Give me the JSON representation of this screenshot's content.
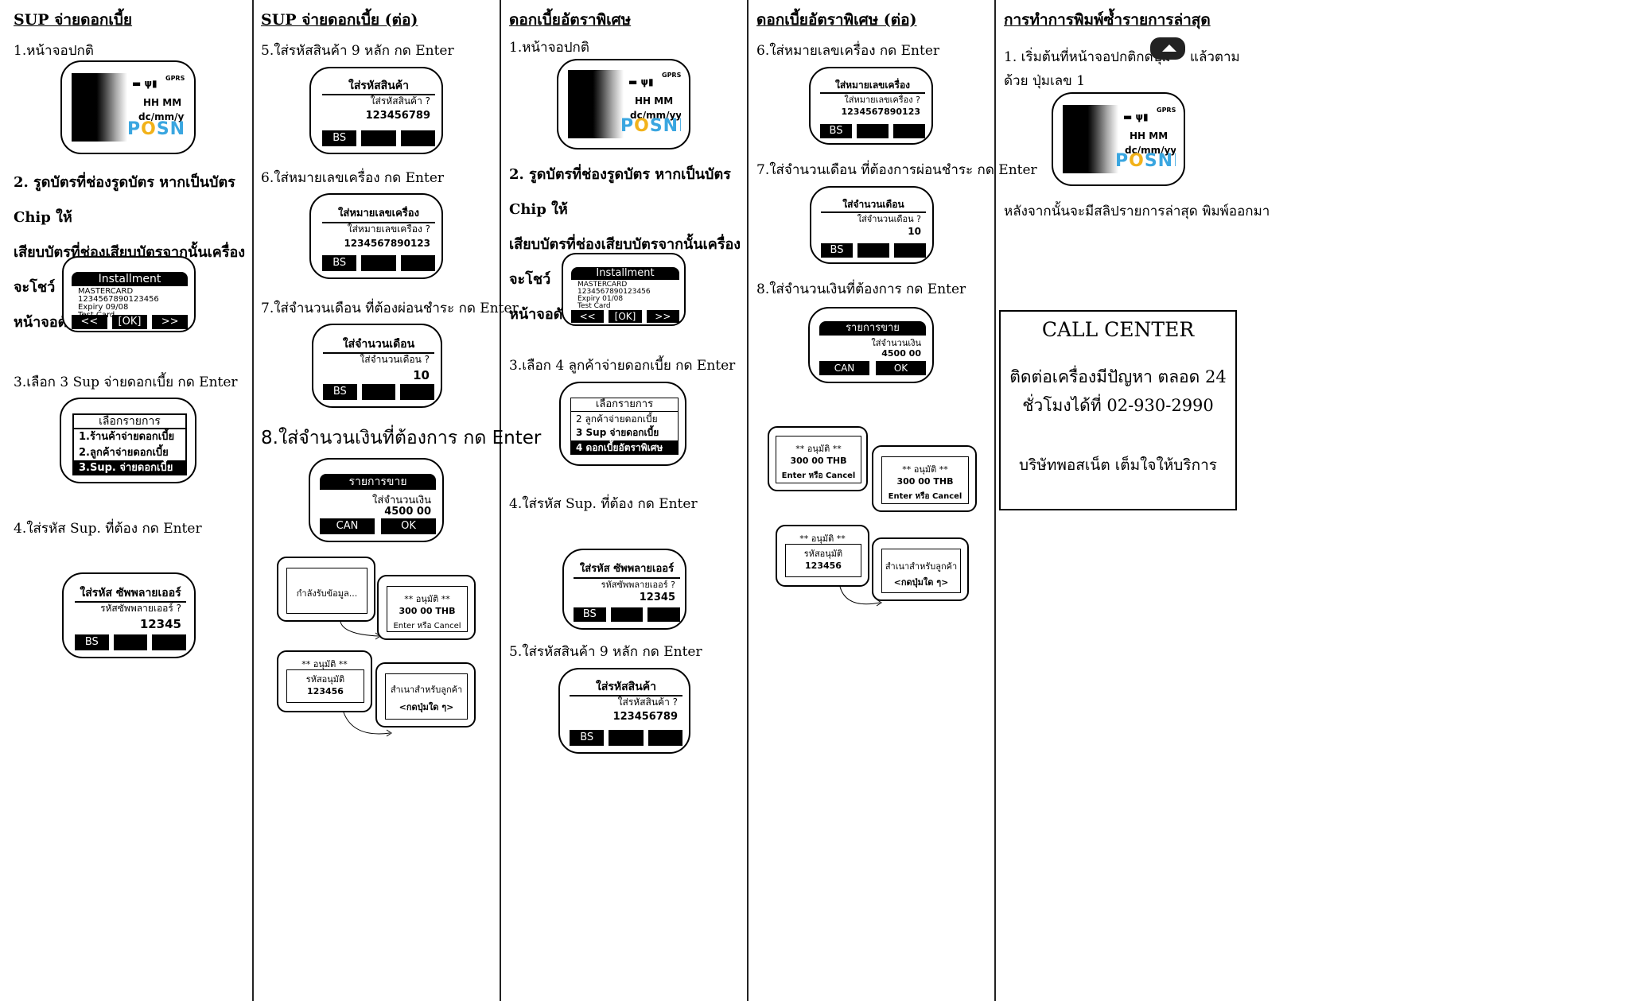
{
  "col1": {
    "title": "SUP จ่ายดอกเบี้ย",
    "s1": "1.หน้าจอปกติ",
    "s2a": "2. รูดบัตรที่ช่องรูดบัตร หากเป็นบัตร Chip ให้",
    "s2b": "เสียบบัตรที่ช่องเสียบบัตรจากนั้นเครื่องจะโชว์",
    "s2c": "หน้าจอดังรูปด้านล่าง",
    "s3": "3.เลือก 3 Sup จ่ายดอกเบี้ย กด Enter",
    "s4": "4.ใส่รหัส Sup. ที่ต้อง กด Enter"
  },
  "col2": {
    "title": "SUP จ่ายดอกเบี้ย (ต่อ)",
    "s5": "5.ใส่รหัสสินค้า 9 หลัก กด Enter",
    "s6": "6.ใส่หมายเลขเครื่อง กด Enter",
    "s7": "7.ใส่จำนวนเดือน ที่ต้องผ่อนชำระ กด Enter",
    "s8": "8.ใส่จำนวนเงินที่ต้องการ กด Enter"
  },
  "col3": {
    "title": "ดอกเบี้ยอัตราพิเศษ",
    "s1": "1.หน้าจอปกติ",
    "s2a": "2. รูดบัตรที่ช่องรูดบัตร หากเป็นบัตร Chip ให้",
    "s2b": "เสียบบัตรที่ช่องเสียบบัตรจากนั้นเครื่องจะโชว์",
    "s2c": "หน้าจอดังรูปด้านล่าง",
    "s3": "3.เลือก 4 ลูกค้าจ่ายดอกเบี้ย กด Enter",
    "s4": "4.ใส่รหัส Sup. ที่ต้อง กด Enter",
    "s5": "5.ใส่รหัสสินค้า 9 หลัก กด Enter"
  },
  "col4": {
    "title": "ดอกเบี้ยอัตราพิเศษ (ต่อ)",
    "s6": "6.ใส่หมายเลขเครื่อง กด Enter",
    "s7": "7.ใส่จำนวนเดือน ที่ต้องการผ่อนชำระ กด Enter",
    "s8": "8.ใส่จำนวนเงินที่ต้องการ กด Enter"
  },
  "col5": {
    "title": "การทำการพิมพ์ซ้ำรายการล่าสุด",
    "s1a": "1. เริ่มต้นที่หน้าจอปกติกดปุ่ม",
    "s1b": "แล้วตาม",
    "s1c": "ด้วย ปุ่มเลข 1",
    "after": "หลังจากนั้นจะมีสลิปรายการล่าสุด พิมพ์ออกมา",
    "cc_title": "CALL CENTER",
    "cc_line1": "ติดต่อเครื่องมีปัญหา ตลอด 24",
    "cc_line2": "ชั่วโมงได้ที่ 02-930-2990",
    "cc_line3": "บริษัทพอสเน็ต เต็มใจให้บริการ"
  },
  "screens": {
    "idle": {
      "gprs": "GPRS",
      "time": "HH MM",
      "date": "dc/mm/yy",
      "logo_p": "P",
      "logo_o": "O",
      "logo_rest": "SNET"
    },
    "inst": {
      "title": "Installment",
      "l1": "MASTERCARD",
      "l2": "1234567890123456",
      "l3": "Expiry 09/08",
      "l4": "Test Card",
      "k1": "<<",
      "k2": "[OK]",
      "k3": ">>"
    },
    "inst3": {
      "title": "Installment",
      "l1": "MASTERCARD",
      "l2": "1234567890123456",
      "l3": "Expiry 01/08",
      "l4": "Test Card",
      "k1": "<<",
      "k2": "[OK]",
      "k3": ">>"
    },
    "menu1": {
      "title": "เลือกรายการ",
      "i1": "1.ร้านค้าจ่ายดอกเบี้ย",
      "i2": "2.ลูกค้าจ่ายดอกเบี้ย",
      "i3": "3.Sup. จ่ายดอกเบี้ย"
    },
    "menu2": {
      "title": "เลือกรายการ",
      "i1": "2 ลูกค้าจ่ายดอกเบี้ย",
      "i2": "3 Sup จ่ายดอกเบี้ย",
      "i3": "4 ดอกเบี้ยอัตราพิเศษ"
    },
    "sup": {
      "title": "ใส่รหัส ซัพพลายเออร์",
      "label": "รหัสซัพพลายเออร์ ?",
      "value": "12345",
      "bs": "BS"
    },
    "prod": {
      "title": "ใส่รหัสสินค้า",
      "label": "ใส่รหัสสินค้า ?",
      "value": "123456789",
      "bs": "BS"
    },
    "serial": {
      "title": "ใส่หมายเลขเครื่อง",
      "label": "ใส่หมายเลขเครื่อง ?",
      "value": "1234567890123",
      "bs": "BS"
    },
    "months": {
      "title": "ใส่จำนวนเดือน",
      "label": "ใส่จำนวนเดือน ?",
      "value": "10",
      "bs": "BS"
    },
    "amount": {
      "title": "รายการขาย",
      "label": "ใส่จำนวนเงิน",
      "value": "4500 00",
      "can": "CAN",
      "ok": "OK"
    },
    "recv": {
      "text": "กำลังรับข้อมูล..."
    },
    "approve": {
      "l1": "** อนุมัติ **",
      "l2": "300 00 THB",
      "l3": "Enter หรือ Cancel"
    },
    "code": {
      "l1": "** อนุมัติ **",
      "l2": "รหัสอนุมัติ",
      "l3": "123456"
    },
    "copy": {
      "l1": "สำเนาสำหรับลูกค้า",
      "l2": "<กดปุ่มใด ๆ>"
    }
  }
}
